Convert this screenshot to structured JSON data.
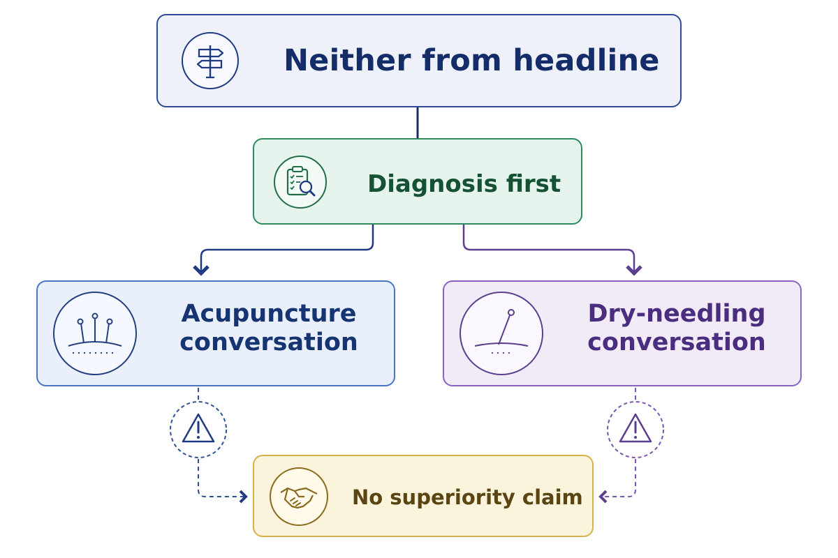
{
  "diagram": {
    "top": {
      "label": "Neither from headline",
      "icon": "signpost-icon"
    },
    "diagnosis": {
      "label": "Diagnosis first",
      "icon": "clipboard-search-icon"
    },
    "acupuncture": {
      "line1": "Acupuncture",
      "line2": "conversation",
      "icon": "acupuncture-needles-icon"
    },
    "dry_needling": {
      "line1": "Dry-needling",
      "line2": "conversation",
      "icon": "dry-needle-icon"
    },
    "no_superiority": {
      "label": "No superiority claim",
      "icon": "handshake-icon"
    },
    "warning_icon": "warning-triangle-icon"
  },
  "colors": {
    "navy": "#1f3a80",
    "green": "#2f8a5e",
    "blue": "#4c74c0",
    "purple": "#8a63c2",
    "gold": "#d6b24a"
  }
}
